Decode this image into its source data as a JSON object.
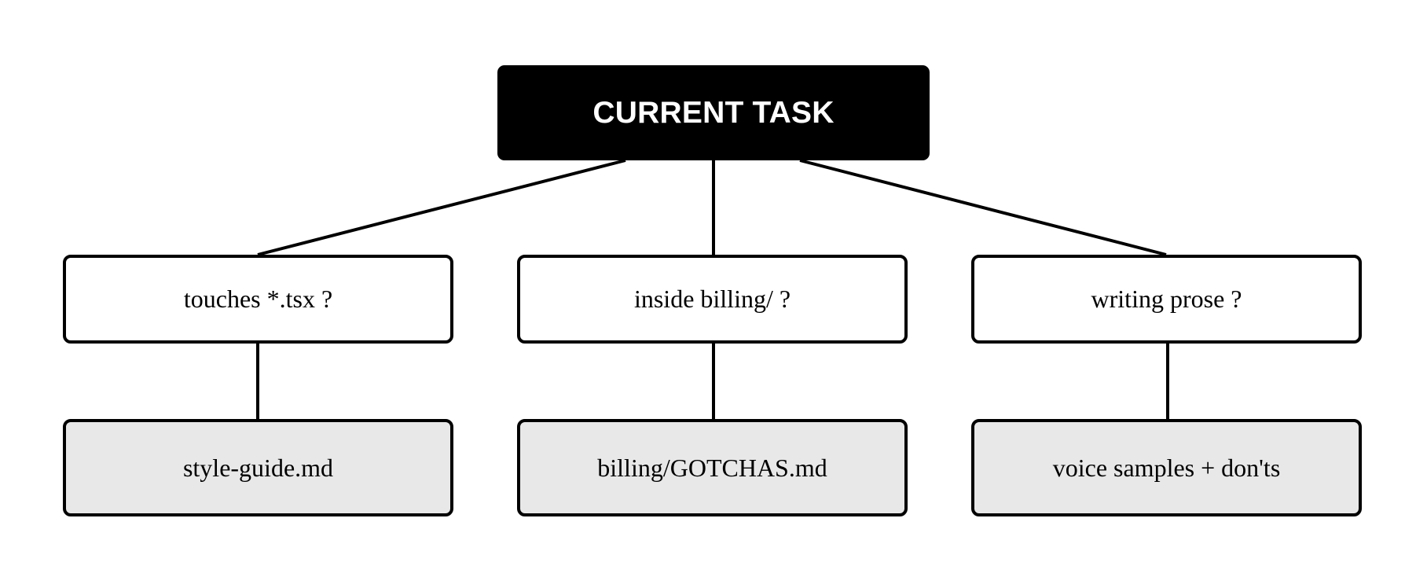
{
  "root": {
    "label": "CURRENT TASK"
  },
  "conditions": [
    {
      "label": "touches *.tsx ?"
    },
    {
      "label": "inside billing/ ?"
    },
    {
      "label": "writing prose ?"
    }
  ],
  "results": [
    {
      "label": "style-guide.md"
    },
    {
      "label": "billing/GOTCHAS.md"
    },
    {
      "label": "voice samples + don'ts"
    }
  ],
  "colors": {
    "root_fill": "#000000",
    "root_text": "#ffffff",
    "condition_fill": "#ffffff",
    "result_fill": "#e8e8e8",
    "stroke": "#000000"
  }
}
